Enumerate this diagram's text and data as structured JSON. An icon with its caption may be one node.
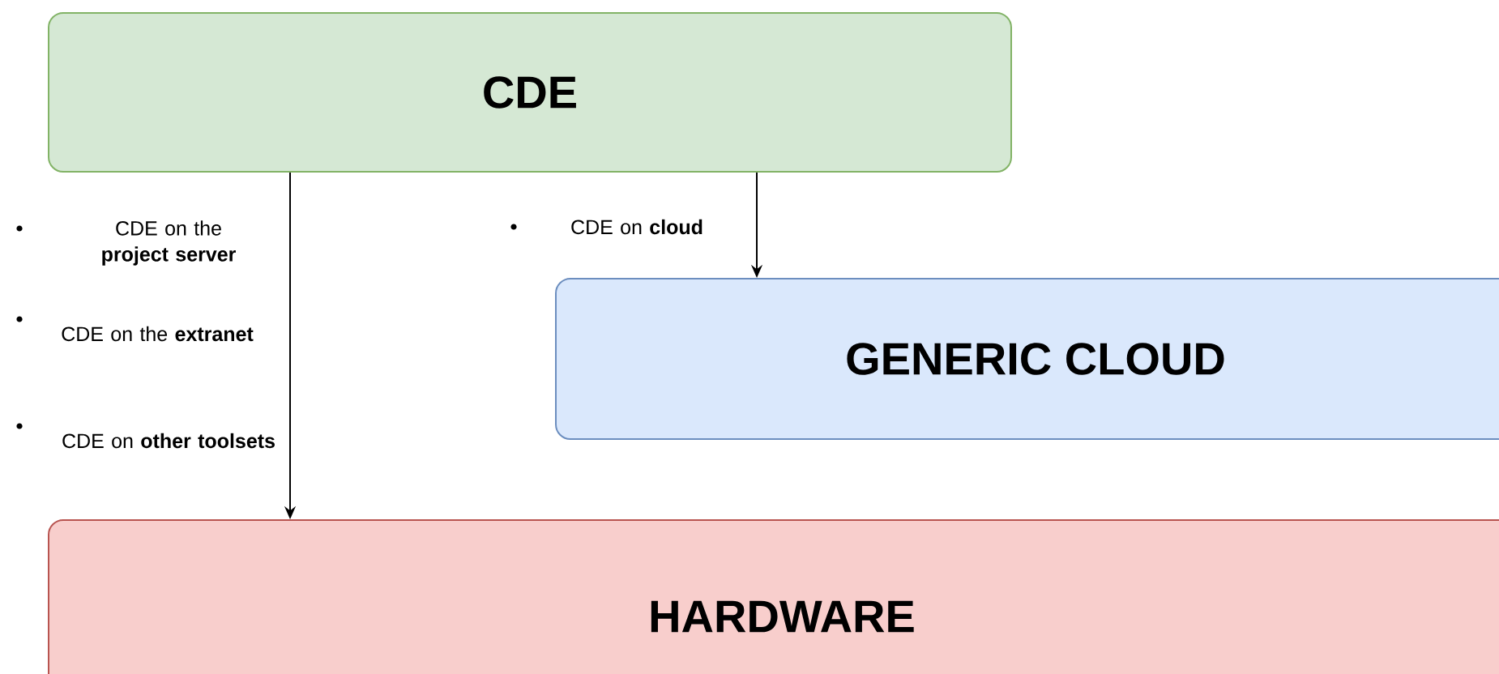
{
  "diagram": {
    "nodes": [
      {
        "text": [
          "CDE"
        ]
      },
      {
        "text": [
          "GENERIC CLOUD"
        ]
      },
      {
        "text": [
          "HARDWARE"
        ]
      }
    ],
    "edges": [
      {
        "from": 0,
        "to": 2,
        "arrow": "to"
      },
      {
        "from": 0,
        "to": 1,
        "arrow": "to"
      }
    ],
    "labels": [
      "CDE on the **project server**",
      "CDE on **cloud**",
      "CDE on the **extranet**",
      "CDE on **other toolsets**"
    ]
  }
}
